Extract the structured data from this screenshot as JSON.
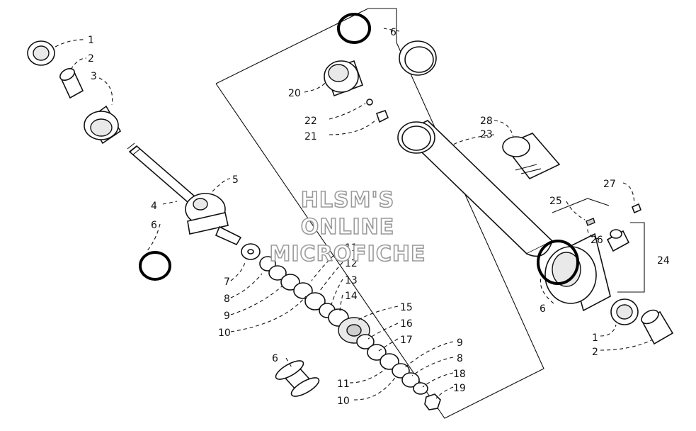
{
  "watermark": {
    "line1": "HLSM'S",
    "line2": "ONLINE",
    "line3": "MICROFICHE"
  },
  "callouts": {
    "c1a": "1",
    "c2a": "2",
    "c3": "3",
    "c4": "4",
    "c5": "5",
    "c6a": "6",
    "c7": "7",
    "c8a": "8",
    "c9a": "9",
    "c10a": "10",
    "c11a": "11",
    "c12": "12",
    "c13": "13",
    "c14": "14",
    "c15": "15",
    "c16": "16",
    "c17": "17",
    "c9b": "9",
    "c8b": "8",
    "c18": "18",
    "c11b": "11",
    "c19": "19",
    "c10b": "10",
    "c6b": "6",
    "c6c": "6",
    "c20": "20",
    "c22": "22",
    "c21": "21",
    "c28": "28",
    "c23": "23",
    "c27": "27",
    "c25": "25",
    "c26": "26",
    "c24": "24",
    "c6d": "6",
    "c1b": "1",
    "c2b": "2"
  }
}
